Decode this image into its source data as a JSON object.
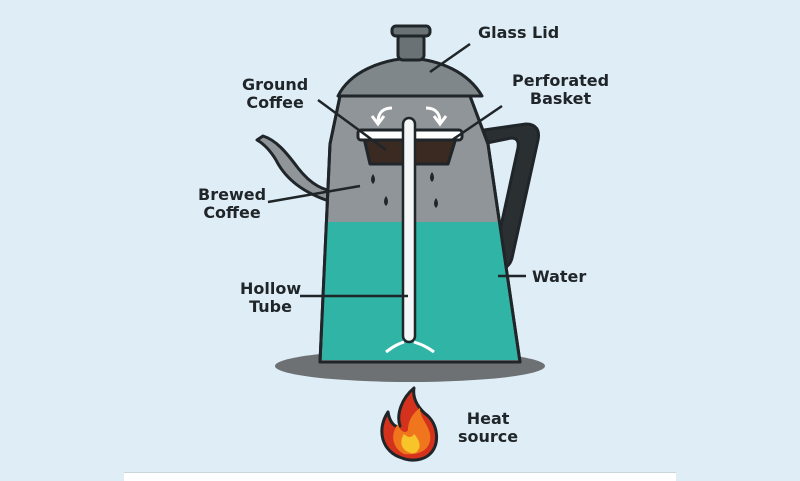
{
  "labels": {
    "glass_lid": [
      "Glass Lid"
    ],
    "ground_coffee": [
      "Ground",
      "Coffee"
    ],
    "perforated_basket": [
      "Perforated",
      "Basket"
    ],
    "brewed_coffee": [
      "Brewed",
      "Coffee"
    ],
    "water": [
      "Water"
    ],
    "hollow_tube": [
      "Hollow",
      "Tube"
    ],
    "heat_source": [
      "Heat",
      "source"
    ]
  },
  "colors": {
    "background": "#dfedf6",
    "water": "#2fb4a5",
    "pot_body": "#8f9599",
    "lid": "#7f878b",
    "outline": "#1f2528",
    "flame_red": "#d4321c",
    "flame_orange": "#f0761e",
    "flame_yellow": "#f7c52a"
  }
}
